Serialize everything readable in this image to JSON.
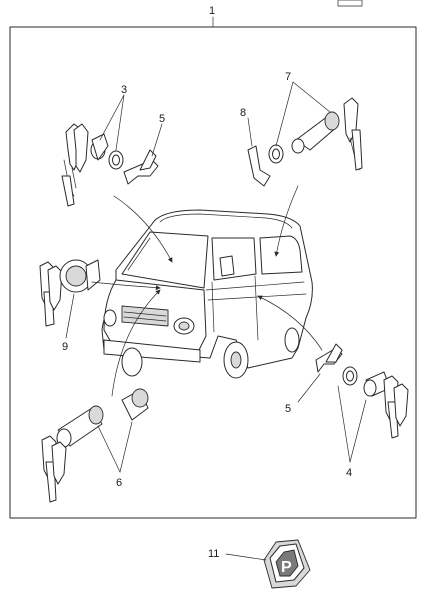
{
  "callouts": {
    "c1": "1",
    "c3": "3",
    "c5a": "5",
    "c7": "7",
    "c8": "8",
    "c9": "9",
    "c5b": "5",
    "c4": "4",
    "c6": "6",
    "c11": "11"
  },
  "p_emblem": "P"
}
